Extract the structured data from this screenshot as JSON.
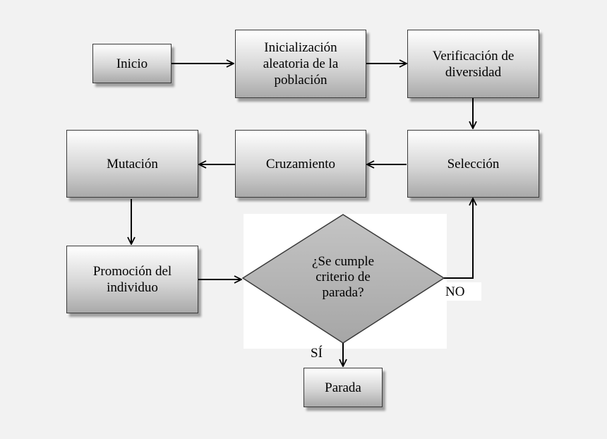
{
  "nodes": {
    "inicio": "Inicio",
    "inicializacion": "Inicialización\naleatoria de la\npoblación",
    "verificacion": "Verificación de\ndiversidad",
    "seleccion": "Selección",
    "cruzamiento": "Cruzamiento",
    "mutacion": "Mutación",
    "promocion": "Promoción del\nindividuo",
    "decision": "¿Se cumple\ncriterio de\nparada?",
    "parada": "Parada"
  },
  "edge_labels": {
    "no": "NO",
    "si": "SÍ"
  },
  "colors": {
    "border": "#3a3a3a",
    "box_gradient_top": "#ffffff",
    "box_gradient_bottom": "#a9a9a9",
    "diamond_fill": "#b3b3b3",
    "arrow": "#000000",
    "page_background": "#f2f2f2"
  }
}
